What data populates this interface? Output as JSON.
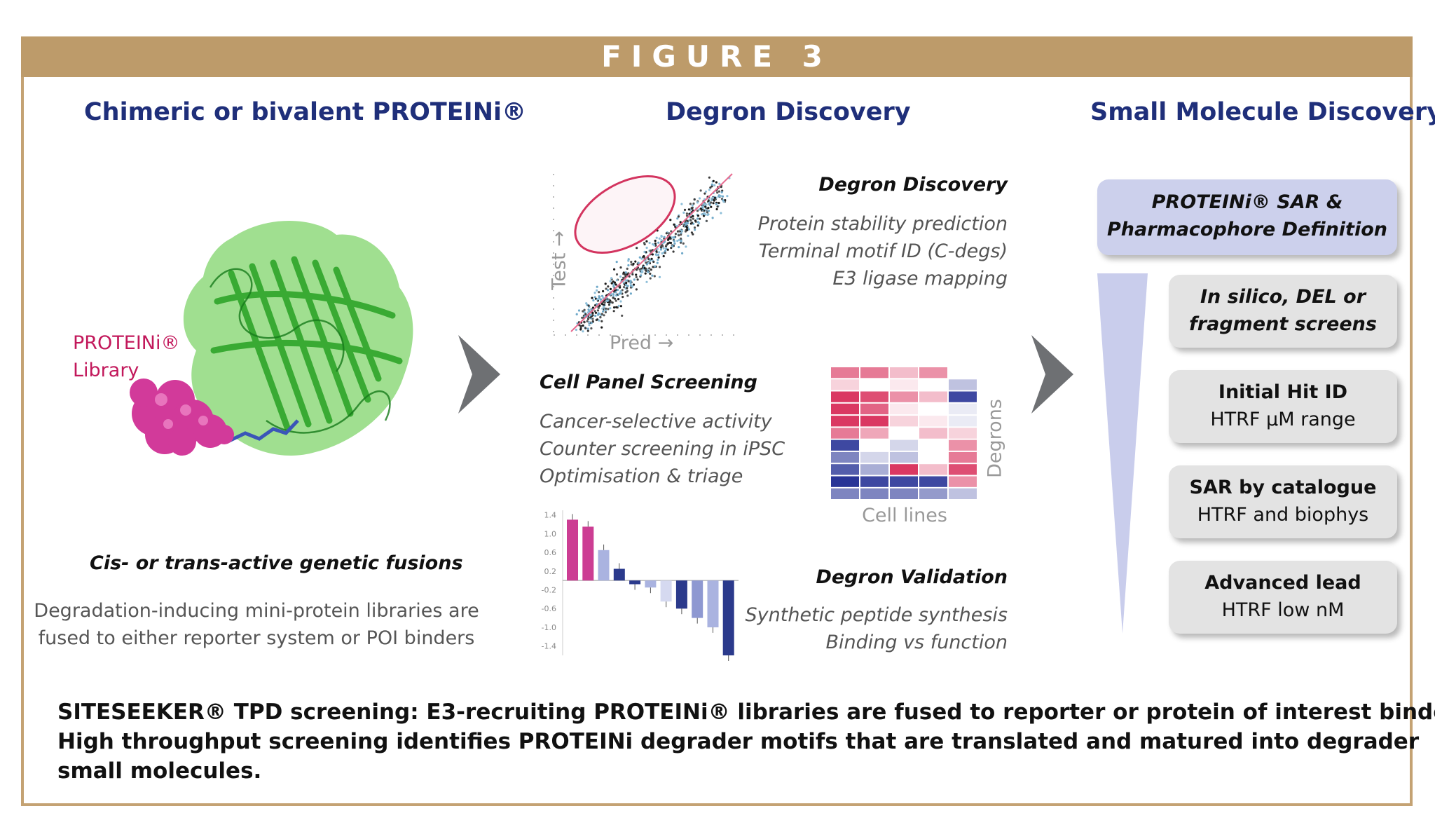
{
  "figure_label": "FIGURE 3",
  "colors": {
    "banner": "#bd9b6a",
    "title_navy": "#1f2f7a",
    "library_magenta": "#c2185b",
    "pill_grey": "#e3e3e3",
    "pill_lavender": "#ccd0ec",
    "arrow_grey": "#6e7073"
  },
  "columns": {
    "left": {
      "title": "Chimeric or bivalent PROTEINi®",
      "library_label": [
        "PROTEINi®",
        "Library"
      ],
      "fusion_heading": "Cis- or trans-active genetic fusions",
      "description": [
        "Degradation-inducing mini-protein libraries are",
        "fused to either reporter system or POI binders"
      ]
    },
    "middle": {
      "title": "Degron Discovery",
      "scatter_x_label": "Pred →",
      "scatter_y_label": "Test →",
      "degron_discovery": {
        "heading": "Degron Discovery",
        "lines": [
          "Protein stability prediction",
          "Terminal motif ID (C-degs)",
          "E3 ligase mapping"
        ]
      },
      "cell_panel": {
        "heading": "Cell Panel Screening",
        "lines": [
          "Cancer-selective activity",
          "Counter screening in iPSC",
          "Optimisation & triage"
        ]
      },
      "heatmap_x_label": "Cell lines",
      "heatmap_y_label": "Degrons",
      "degron_validation": {
        "heading": "Degron Validation",
        "lines": [
          "Synthetic peptide synthesis",
          "Binding vs function"
        ]
      }
    },
    "right": {
      "title": "Small Molecule Discovery",
      "top_box": [
        "PROTEINi® SAR &",
        "Pharmacophore Definition"
      ],
      "steps": [
        {
          "title": "In silico, DEL or",
          "subtitle": "fragment screens"
        },
        {
          "title": "Initial Hit ID",
          "subtitle": "HTRF µM range"
        },
        {
          "title": "SAR by catalogue",
          "subtitle": "HTRF and biophys"
        },
        {
          "title": "Advanced lead",
          "subtitle": "HTRF low nM"
        }
      ]
    }
  },
  "caption": [
    "SITESEEKER® TPD screening: E3-recruiting PROTEINi® libraries are fused to reporter or protein of interest binders.",
    "High throughput screening identifies PROTEINi degrader motifs that are translated and matured into degrader",
    "small molecules."
  ],
  "chart_data": [
    {
      "type": "bar",
      "y_tick_labels": [
        "1.4",
        "1.0",
        "0.6",
        "0.2",
        "-0.2",
        "-0.6",
        "-1.0",
        "-1.4"
      ],
      "ylim": [
        -1.6,
        1.5
      ],
      "values": [
        1.3,
        1.15,
        0.65,
        0.25,
        -0.08,
        -0.15,
        -0.45,
        -0.6,
        -0.8,
        -1.0,
        -1.6
      ],
      "colors": [
        "#cc3d93",
        "#cc3d93",
        "#aab3e0",
        "#2b3a8c",
        "#2b3a8c",
        "#aab3e0",
        "#d5d9f0",
        "#2b3a8c",
        "#8e98d1",
        "#aab3e0",
        "#2b3a8c"
      ]
    },
    {
      "type": "heatmap",
      "xlabel": "Cell lines",
      "ylabel": "Degrons",
      "rows": [
        [
          0.6,
          0.6,
          0.3,
          0.5,
          0.0
        ],
        [
          0.2,
          0.0,
          0.1,
          0.0,
          -0.3
        ],
        [
          0.9,
          0.8,
          0.5,
          0.3,
          -0.9
        ],
        [
          0.9,
          0.7,
          0.1,
          0.0,
          -0.1
        ],
        [
          0.9,
          0.9,
          0.2,
          0.1,
          -0.1
        ],
        [
          0.6,
          0.4,
          0.0,
          0.3,
          0.2
        ],
        [
          -0.9,
          0.0,
          -0.2,
          0.0,
          0.5
        ],
        [
          -0.6,
          -0.2,
          -0.3,
          0.0,
          0.6
        ],
        [
          -0.8,
          -0.4,
          0.9,
          0.3,
          0.8
        ],
        [
          -1.0,
          -0.9,
          -0.9,
          -0.9,
          0.5
        ],
        [
          -0.6,
          -0.6,
          -0.6,
          -0.5,
          -0.3
        ]
      ]
    }
  ]
}
